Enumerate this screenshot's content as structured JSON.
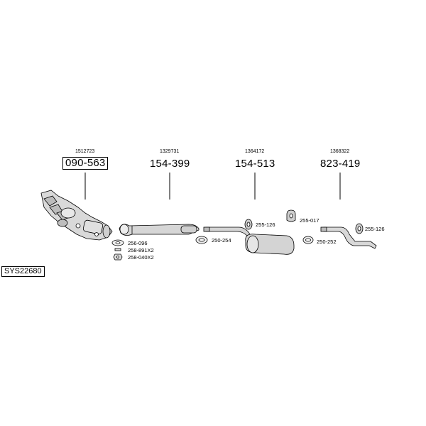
{
  "system_code": "SYS22680",
  "groups": [
    {
      "oem": "1512723",
      "part": "090-563",
      "boxed": true
    },
    {
      "oem": "1329731",
      "part": "154-399",
      "boxed": false
    },
    {
      "oem": "1364172",
      "part": "154-513",
      "boxed": false
    },
    {
      "oem": "1368322",
      "part": "823-419",
      "boxed": false
    }
  ],
  "accessories": [
    {
      "code": "256-096"
    },
    {
      "code": "258-891X2"
    },
    {
      "code": "258-040X2"
    },
    {
      "code": "250-254"
    },
    {
      "code": "255-126"
    },
    {
      "code": "250-252"
    },
    {
      "code": "255-017"
    },
    {
      "code": "255-126"
    }
  ]
}
